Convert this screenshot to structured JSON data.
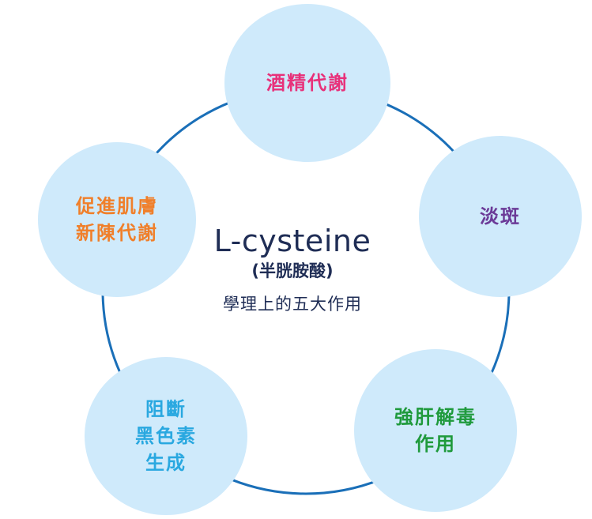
{
  "colors": {
    "ring": "#1a6fb8",
    "node_fill": "#cfeafb",
    "center_text": "#1f2d55"
  },
  "center": {
    "title": "L-cysteine",
    "subtitle": "(半胱胺酸)",
    "caption": "學理上的五大作用"
  },
  "nodes": {
    "top": {
      "lines": [
        "酒精代謝"
      ],
      "color": "#e8317a"
    },
    "right": {
      "lines": [
        "淡斑"
      ],
      "color": "#6b3a97"
    },
    "bottom_right": {
      "lines": [
        "強肝解毒",
        "作用"
      ],
      "color": "#1f9a3c"
    },
    "bottom_left": {
      "lines": [
        "阻斷",
        "黑色素",
        "生成"
      ],
      "color": "#29a8e0"
    },
    "left": {
      "lines": [
        "促進肌膚",
        "新陳代謝"
      ],
      "color": "#f07f2a"
    }
  }
}
